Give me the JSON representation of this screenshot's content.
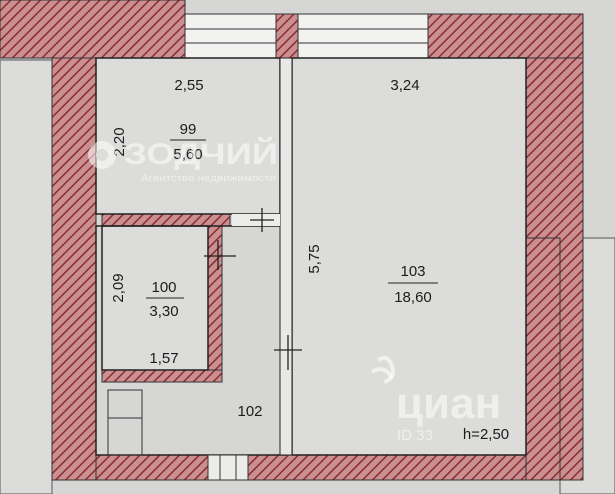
{
  "colors": {
    "background": "#d6d6d4",
    "room_fill": "#dcdcda",
    "wall_fill": "#c98f91",
    "wall_hatch": "#8c2b30",
    "line": "#222222"
  },
  "rooms": [
    {
      "number": "99",
      "area": "5,60",
      "dim_horizontal": "2,55",
      "dim_vertical": "2,20"
    },
    {
      "number": "100",
      "area": "3,30",
      "dim_horizontal": "1,57",
      "dim_vertical": "2,09"
    },
    {
      "number": "102"
    },
    {
      "number": "103",
      "area": "18,60",
      "dim_horizontal": "3,24",
      "dim_vertical": "5,75"
    }
  ],
  "ceiling_height": "h=2,50",
  "watermarks": {
    "zodchiy_name": "ЗОДЧИЙ",
    "zodchiy_tagline": "Агентство недвижимости",
    "cian_name": "циан",
    "cian_id": "ID 33"
  }
}
